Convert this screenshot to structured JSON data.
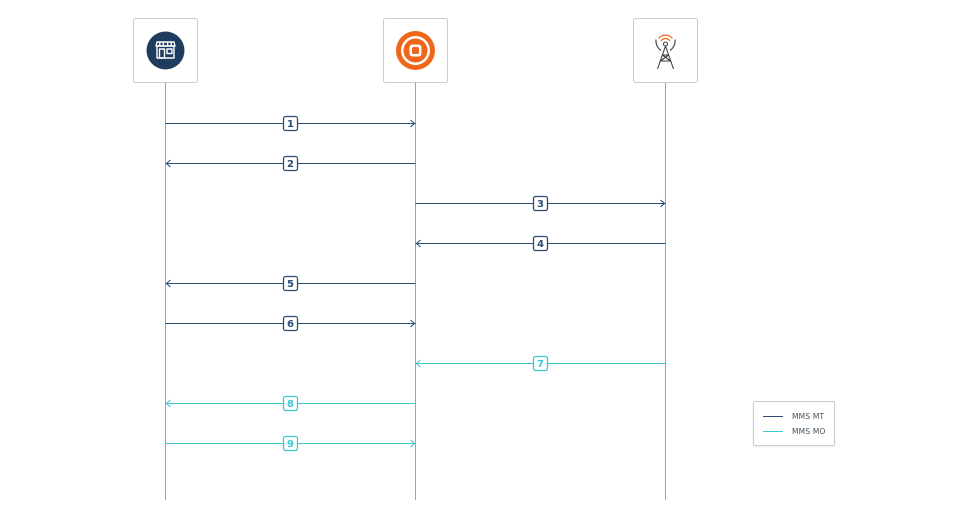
{
  "actors": [
    {
      "name": "storefront",
      "icon": "storefront-icon"
    },
    {
      "name": "messaging-platform",
      "icon": "platform-logo-icon"
    },
    {
      "name": "carrier",
      "icon": "cell-tower-icon"
    }
  ],
  "legend": {
    "mt_label": "MMS MT",
    "mo_label": "MMS MO"
  },
  "colors": {
    "mt": "#2a4d75",
    "mo": "#3cc8cf",
    "brand_orange": "#f0661b",
    "storefront_bg": "#1d3c5e"
  },
  "messages": [
    {
      "step": "1",
      "from": 0,
      "to": 1,
      "flow": "mt"
    },
    {
      "step": "2",
      "from": 1,
      "to": 0,
      "flow": "mt"
    },
    {
      "step": "3",
      "from": 1,
      "to": 2,
      "flow": "mt"
    },
    {
      "step": "4",
      "from": 2,
      "to": 1,
      "flow": "mt"
    },
    {
      "step": "5",
      "from": 1,
      "to": 0,
      "flow": "mt"
    },
    {
      "step": "6",
      "from": 0,
      "to": 1,
      "flow": "mt"
    },
    {
      "step": "7",
      "from": 2,
      "to": 1,
      "flow": "mo"
    },
    {
      "step": "8",
      "from": 1,
      "to": 0,
      "flow": "mo"
    },
    {
      "step": "9",
      "from": 0,
      "to": 1,
      "flow": "mo"
    }
  ]
}
